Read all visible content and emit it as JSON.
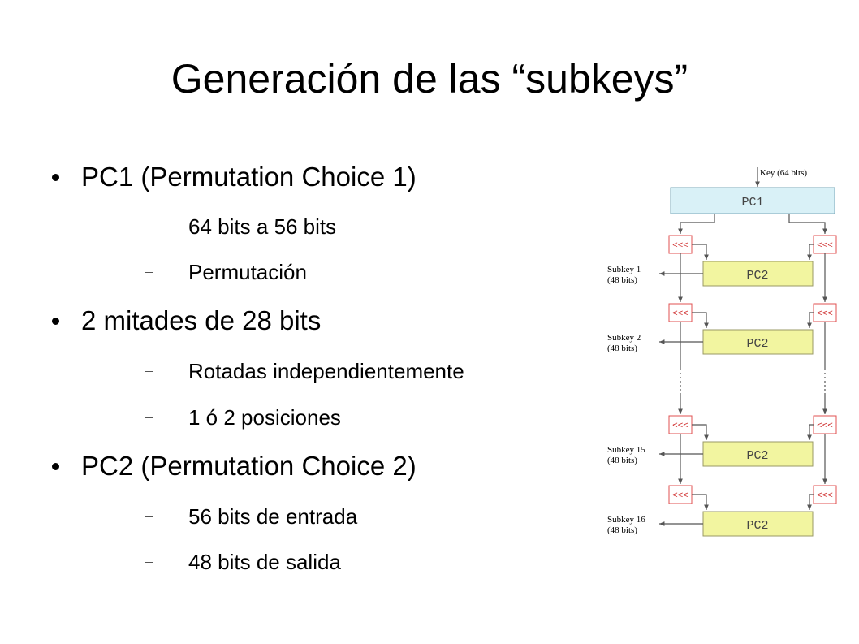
{
  "slide": {
    "title": "Generación de las “subkeys”",
    "bullets": [
      {
        "text": "PC1 (Permutation Choice 1)",
        "subitems": [
          "64 bits a 56 bits",
          "Permutación"
        ]
      },
      {
        "text": "2 mitades de 28 bits",
        "subitems": [
          "Rotadas independientemente",
          "1 ó 2 posiciones"
        ]
      },
      {
        "text": "PC2 (Permutation Choice 2)",
        "subitems": [
          "56 bits de entrada",
          "48 bits de salida"
        ]
      }
    ]
  },
  "diagram": {
    "key_label": "Key (64 bits)",
    "pc1_label": "PC1",
    "pc2_label": "PC2",
    "rotate_label": "<<<",
    "subkeys": [
      {
        "name": "Subkey 1",
        "bits": "(48 bits)"
      },
      {
        "name": "Subkey 2",
        "bits": "(48 bits)"
      },
      {
        "name": "Subkey 15",
        "bits": "(48 bits)"
      },
      {
        "name": "Subkey 16",
        "bits": "(48 bits)"
      }
    ],
    "colors": {
      "pc1_fill": "#d9f1f7",
      "pc2_fill": "#f2f5a0",
      "rotate_border": "#e05050",
      "rotate_text": "#d03030",
      "line": "#555555"
    }
  }
}
